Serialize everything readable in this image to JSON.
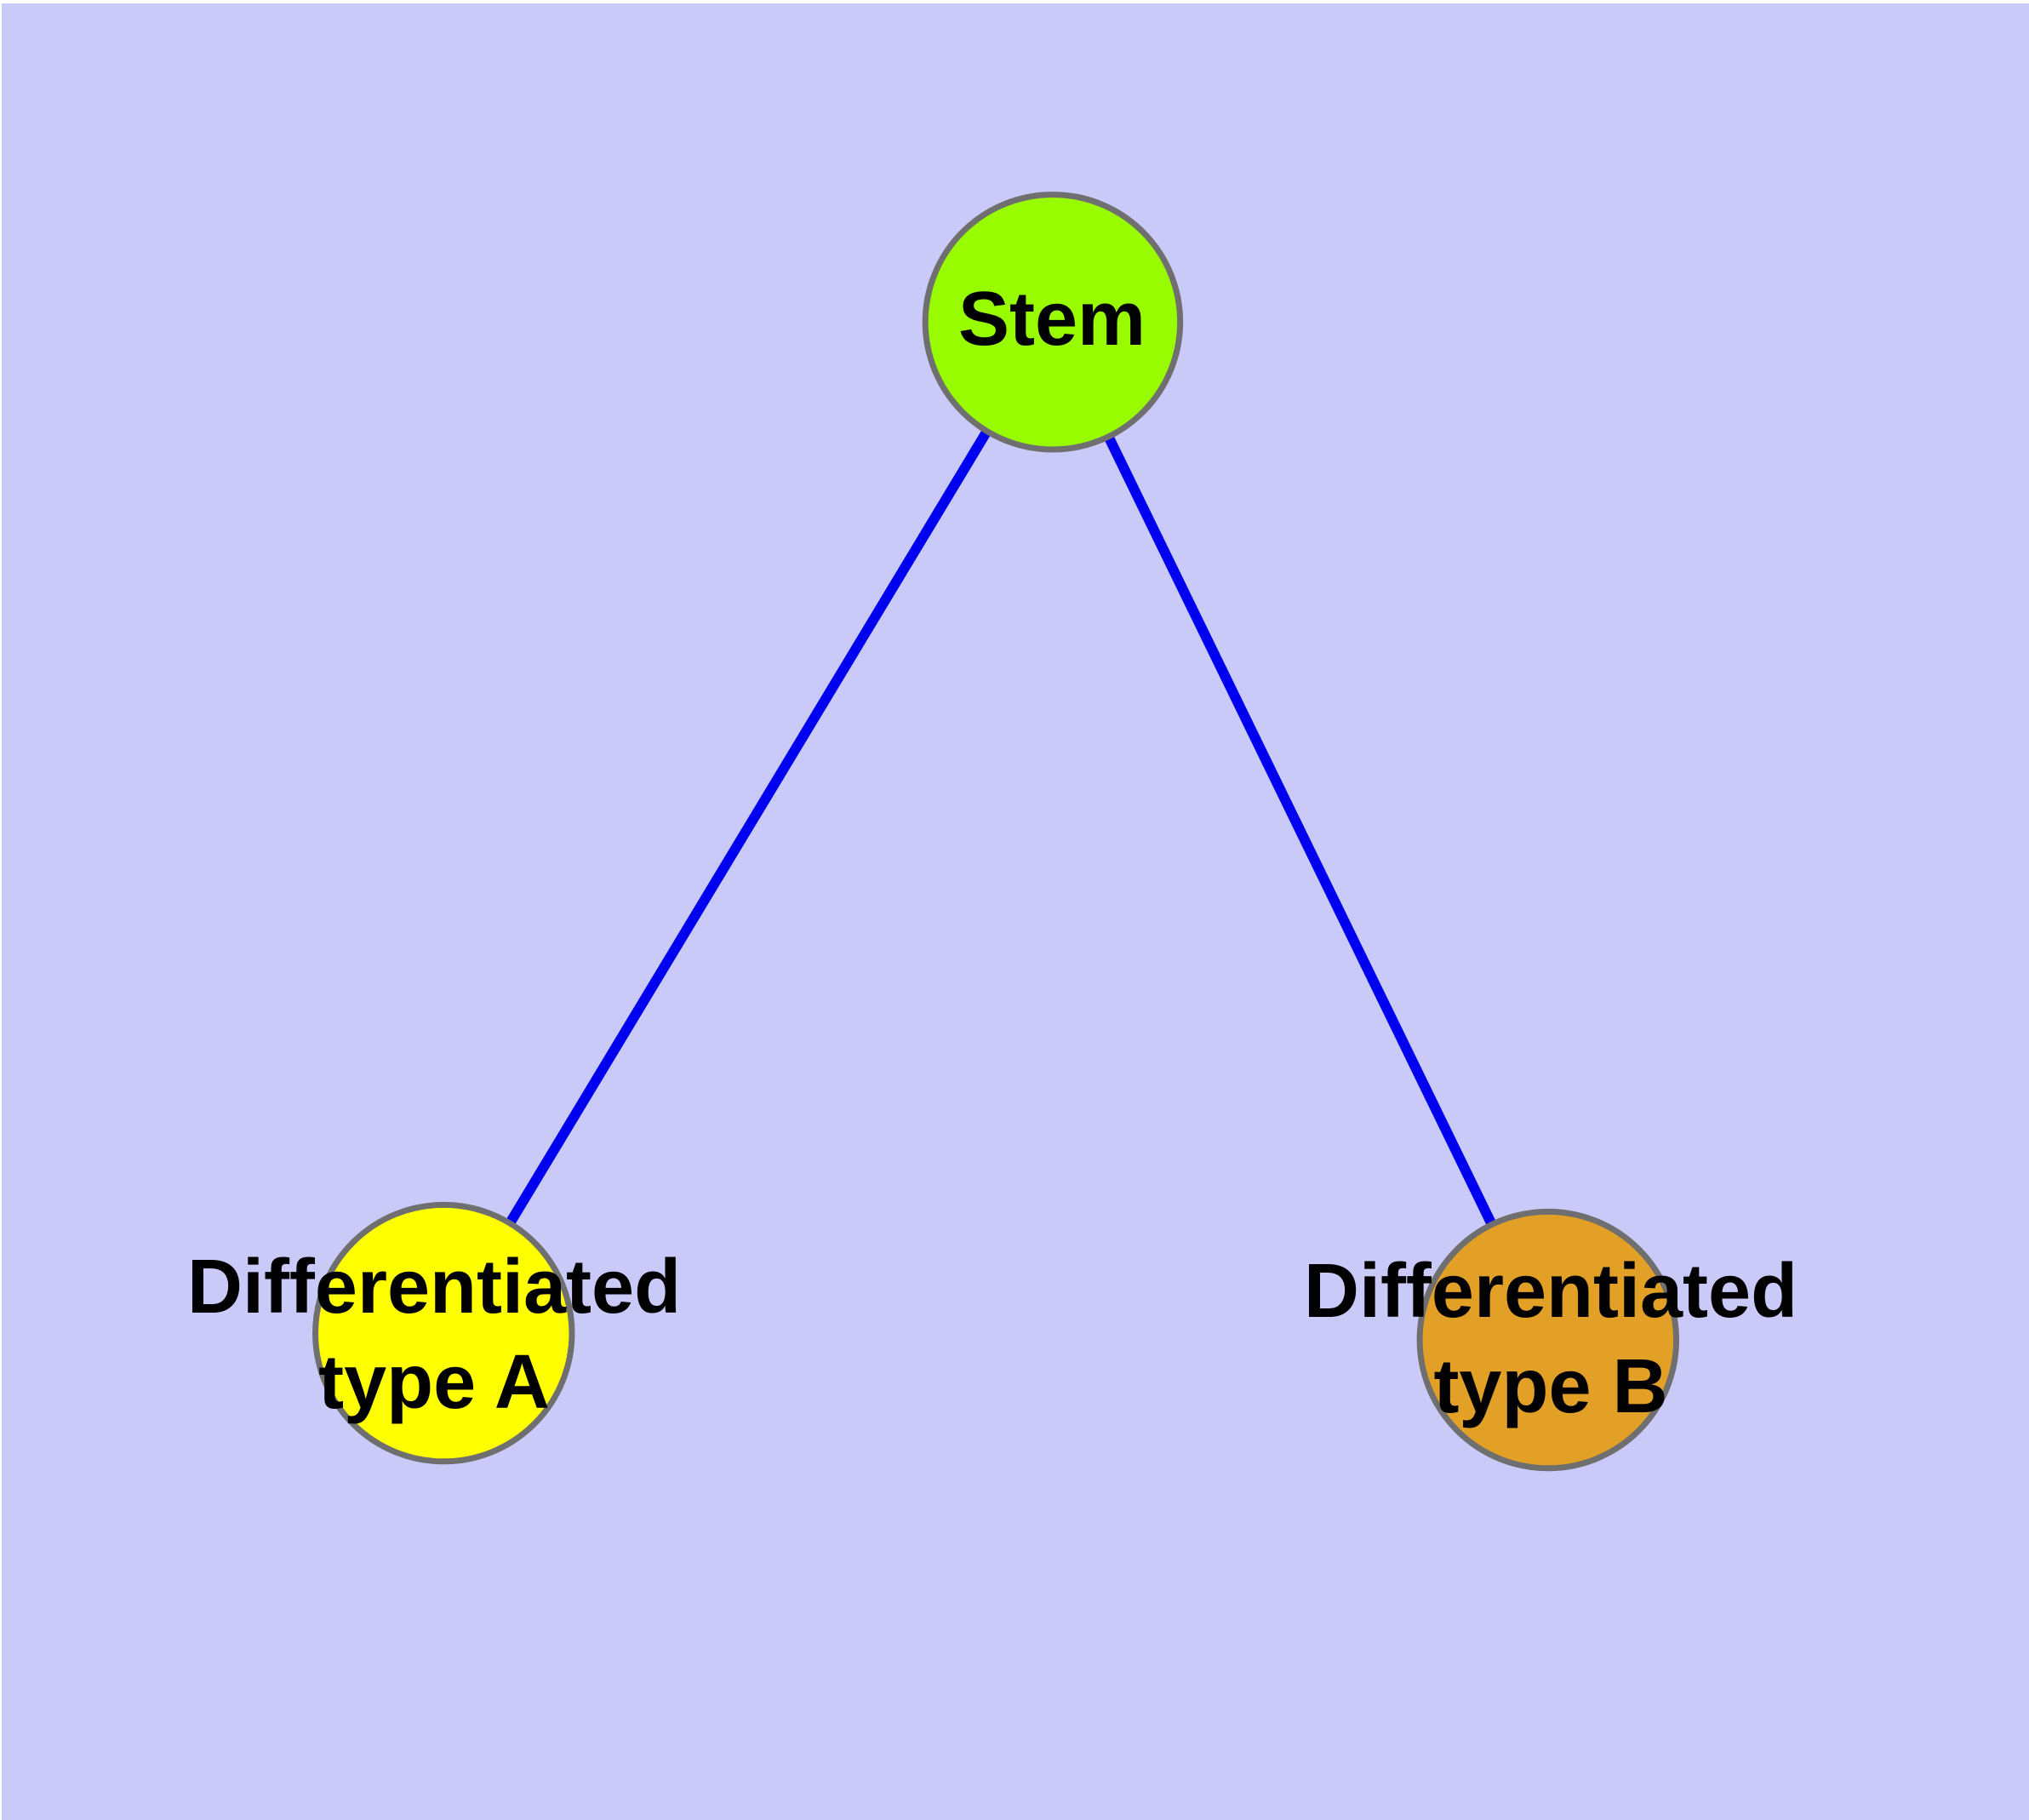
{
  "figure": {
    "background_color": "#CACAF9",
    "margin_color": "#FFFFFF"
  },
  "graph": {
    "type": "tree-diagram",
    "edge_color": "#0000F0",
    "node_border_color": "#6F6F6F",
    "label_color": "#000000",
    "nodes": [
      {
        "id": "stem",
        "label": "Stem",
        "fill_color": "#98FB00"
      },
      {
        "id": "differentiated-type-a",
        "label_line1": "Differentiated",
        "label_line2": "type A",
        "fill_color": "#FFFF00"
      },
      {
        "id": "differentiated-type-b",
        "label_line1": "Differentiated",
        "label_line2": "type B",
        "fill_color": "#E2A026"
      }
    ],
    "edges": [
      {
        "from": "stem",
        "to": "differentiated-type-a"
      },
      {
        "from": "stem",
        "to": "differentiated-type-b"
      }
    ]
  }
}
